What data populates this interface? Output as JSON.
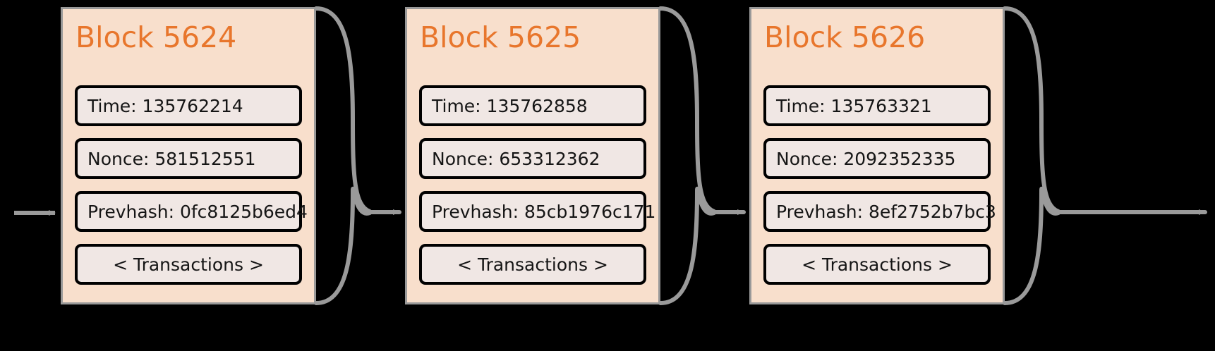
{
  "diagram": {
    "title": "blockchain-block-chain",
    "background_color": "#000000",
    "block_fill": "#f8dfcc",
    "block_border": "#999999",
    "field_fill": "#f0e7e4",
    "field_border": "#000000",
    "title_color": "#e8762c",
    "connector_color": "#9a9a9a"
  },
  "blocks": [
    {
      "title": "Block 5624",
      "fields": [
        "Time: 135762214",
        "Nonce: 581512551",
        "Prevhash: 0fc8125b6ed4",
        "< Transactions >"
      ],
      "time": "135762214",
      "nonce": "581512551",
      "prevhash": "0fc8125b6ed4",
      "transactions_label": "< Transactions >"
    },
    {
      "title": "Block 5625",
      "fields": [
        "Time: 135762858",
        "Nonce: 653312362",
        "Prevhash: 85cb1976c171",
        "< Transactions >"
      ],
      "time": "135762858",
      "nonce": "653312362",
      "prevhash": "85cb1976c171",
      "transactions_label": "< Transactions >"
    },
    {
      "title": "Block 5626",
      "fields": [
        "Time: 135763321",
        "Nonce: 2092352335",
        "Prevhash: 8ef2752b7bc3",
        "< Transactions >"
      ],
      "time": "135763321",
      "nonce": "2092352335",
      "prevhash": "8ef2752b7bc3",
      "transactions_label": "< Transactions >"
    }
  ],
  "connectors": [
    {
      "name": "inbound-arrow"
    },
    {
      "name": "link-5624-to-5625"
    },
    {
      "name": "link-5625-to-5626"
    },
    {
      "name": "outbound-arrow"
    }
  ]
}
